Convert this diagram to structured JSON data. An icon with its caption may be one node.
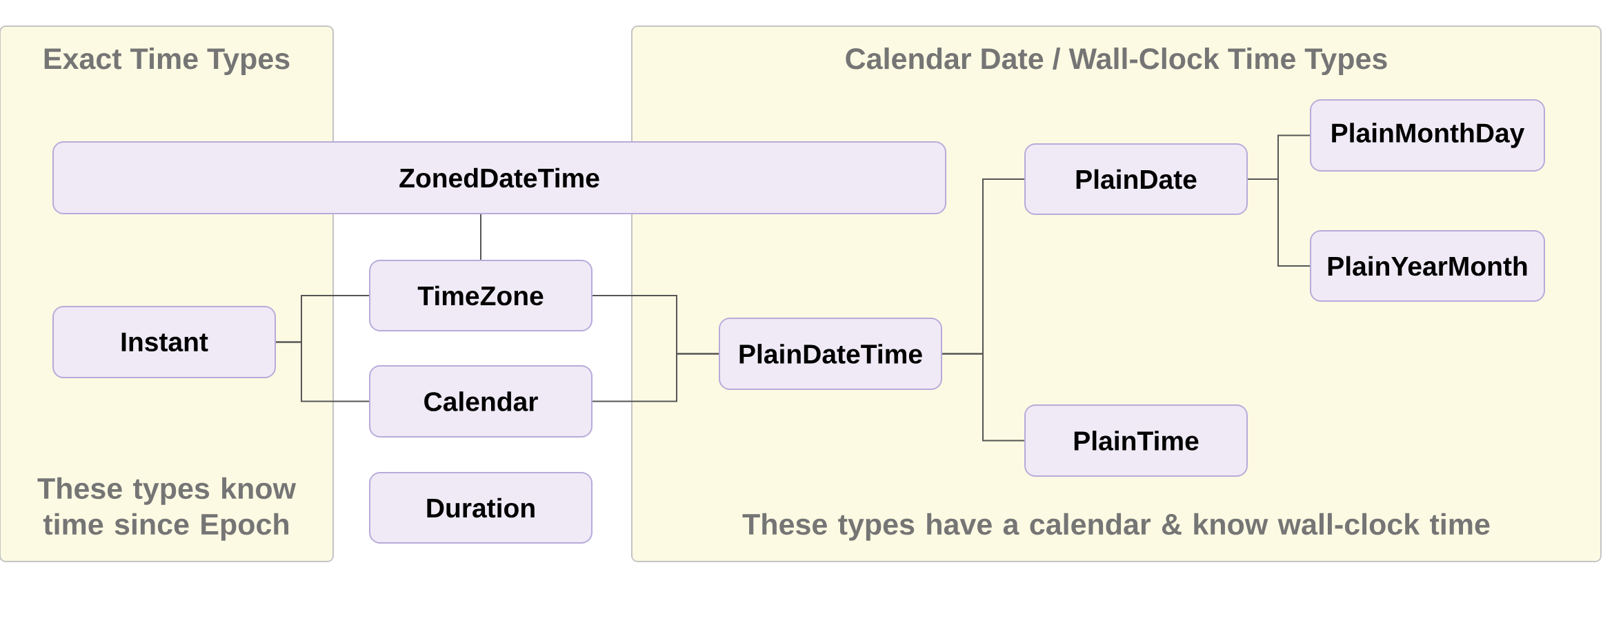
{
  "diagram": {
    "nodes": [
      {
        "text": [
          "Exact Time Types",
          "These types know time since Epoch"
        ]
      },
      {
        "text": [
          "Calendar Date / Wall-Clock Time Types",
          "These types have a calendar & know wall-clock time"
        ]
      },
      {
        "text": [
          "ZonedDateTime"
        ]
      },
      {
        "text": [
          "Instant"
        ],
        "in": 0
      },
      {
        "text": [
          "TimeZone"
        ]
      },
      {
        "text": [
          "Calendar"
        ]
      },
      {
        "text": [
          "Duration"
        ]
      },
      {
        "text": [
          "PlainDateTime"
        ],
        "in": 1
      },
      {
        "text": [
          "PlainDate"
        ],
        "in": 1
      },
      {
        "text": [
          "PlainTime"
        ],
        "in": 1
      },
      {
        "text": [
          "PlainMonthDay"
        ],
        "in": 1
      },
      {
        "text": [
          "PlainYearMonth"
        ],
        "in": 1
      }
    ],
    "edges": [
      {
        "from": 2,
        "to": 4,
        "arrow": "none"
      },
      {
        "from": 3,
        "to": 4,
        "arrow": "none"
      },
      {
        "from": 3,
        "to": 5,
        "arrow": "none"
      },
      {
        "from": 4,
        "to": 7,
        "arrow": "none"
      },
      {
        "from": 5,
        "to": 7,
        "arrow": "none"
      },
      {
        "from": 7,
        "to": 8,
        "arrow": "none"
      },
      {
        "from": 7,
        "to": 9,
        "arrow": "none"
      },
      {
        "from": 8,
        "to": 10,
        "arrow": "none"
      },
      {
        "from": 8,
        "to": 11,
        "arrow": "none"
      }
    ]
  }
}
